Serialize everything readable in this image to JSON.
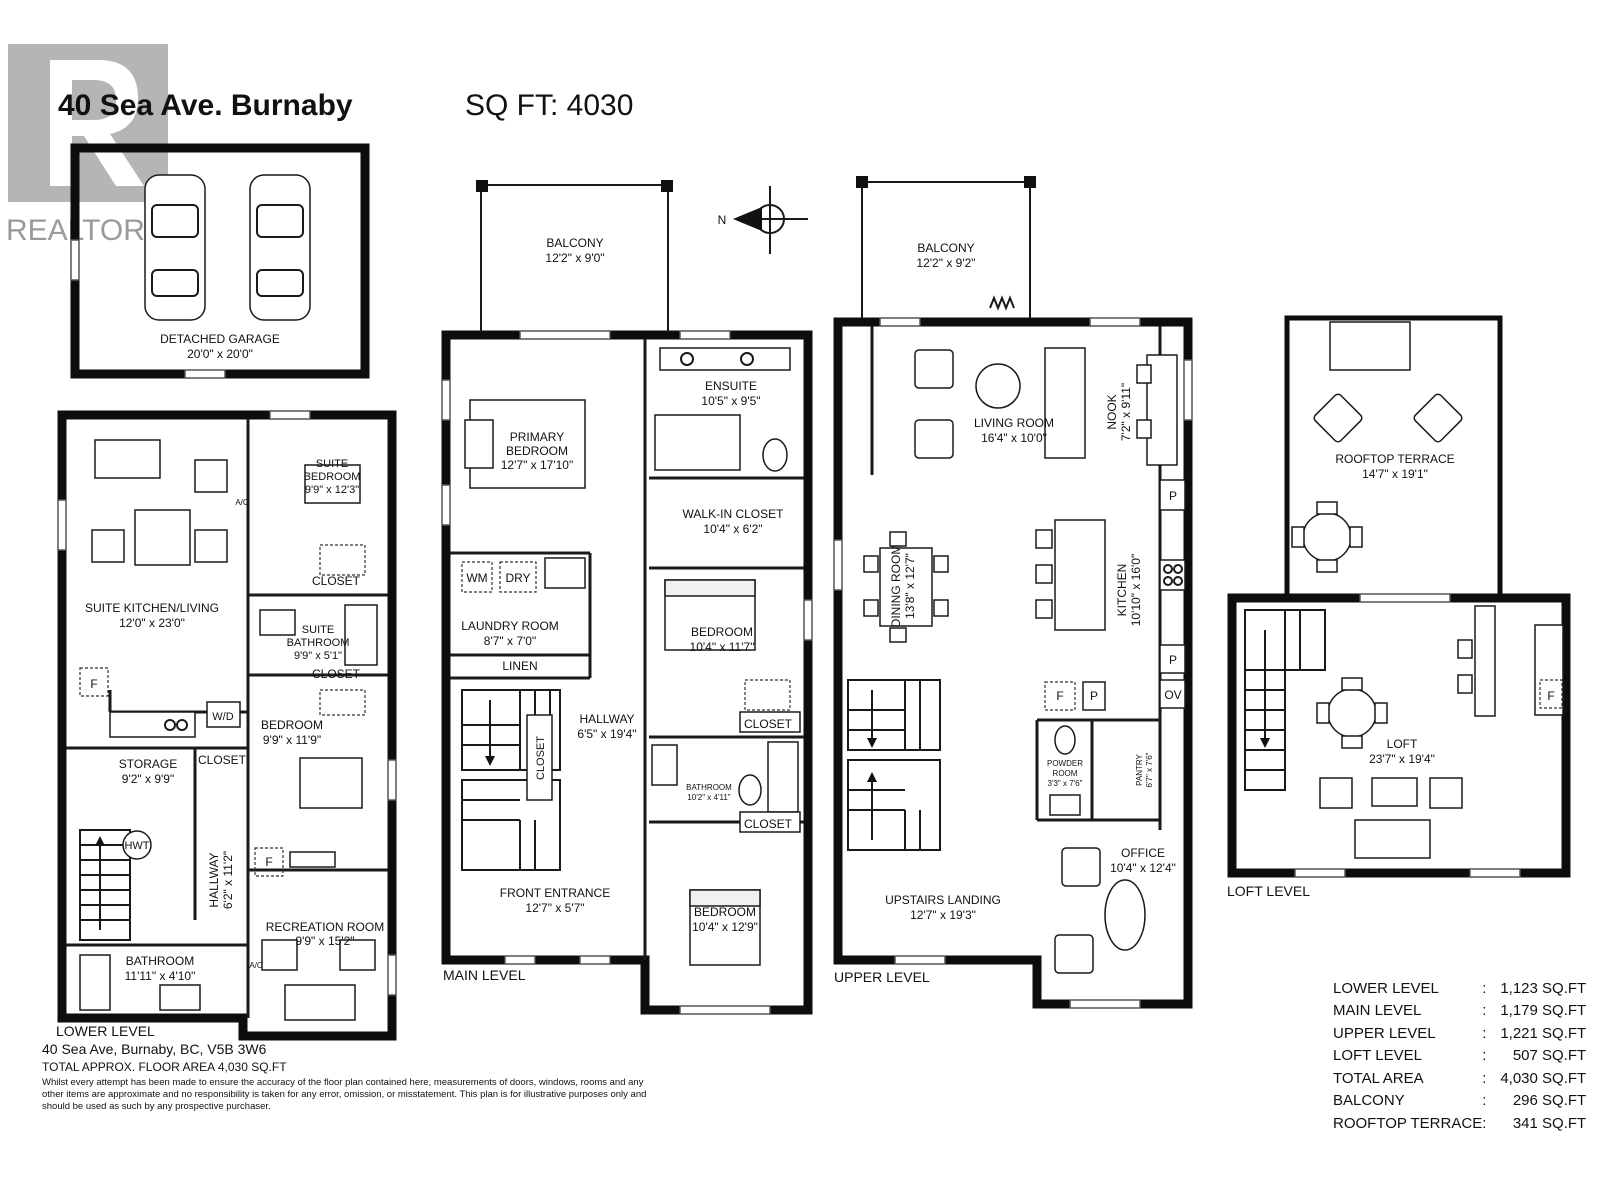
{
  "header": {
    "address": "40 Sea Ave. Burnaby",
    "sqft": "SQ FT: 4030",
    "logo_text": "REALTOR"
  },
  "compass": {
    "label": "N"
  },
  "rooms": {
    "balcony_main": [
      "BALCONY",
      "12'2\" x 9'0\""
    ],
    "balcony_upper": [
      "BALCONY",
      "12'2\" x 9'2\""
    ],
    "garage": [
      "DETACHED GARAGE",
      "20'0\" x 20'0\""
    ],
    "suite_bedroom": [
      "SUITE",
      "BEDROOM",
      "9'9\" x 12'3\""
    ],
    "suite_kitchen": [
      "SUITE KITCHEN/LIVING",
      "12'0\" x 23'0\""
    ],
    "suite_bathroom": [
      "SUITE",
      "BATHROOM",
      "9'9\" x 5'1\""
    ],
    "lower_bedroom": [
      "BEDROOM",
      "9'9\" x 11'9\""
    ],
    "storage": [
      "STORAGE",
      "9'2\" x 9'9\""
    ],
    "lower_hallway": [
      "HALLWAY",
      "6'2\" x 11'2\""
    ],
    "recreation": [
      "RECREATION ROOM",
      "9'9\" x 15'2\""
    ],
    "lower_bathroom": [
      "BATHROOM",
      "11'11\" x 4'10\""
    ],
    "primary_bedroom": [
      "PRIMARY",
      "BEDROOM",
      "12'7\" x 17'10\""
    ],
    "ensuite": [
      "ENSUITE",
      "10'5\" x 9'5\""
    ],
    "walkin": [
      "WALK-IN CLOSET",
      "10'4\" x 6'2\""
    ],
    "laundry": [
      "LAUNDRY ROOM",
      "8'7\" x 7'0\""
    ],
    "main_bedroom_1": [
      "BEDROOM",
      "10'4\" x 11'7\""
    ],
    "main_hallway": [
      "HALLWAY",
      "6'5\" x 19'4\""
    ],
    "main_bathroom": [
      "BATHROOM",
      "10'2\" x 4'11\""
    ],
    "front_entrance": [
      "FRONT ENTRANCE",
      "12'7\" x 5'7\""
    ],
    "main_bedroom_2": [
      "BEDROOM",
      "10'4\" x 12'9\""
    ],
    "living": [
      "LIVING ROOM",
      "16'4\" x 10'0\""
    ],
    "nook": [
      "NOOK",
      "7'2\" x 9'11\""
    ],
    "dining": [
      "DINING ROOM",
      "13'8\" x 12'7\""
    ],
    "kitchen": [
      "KITCHEN",
      "10'10\" x 16'0\""
    ],
    "powder": [
      "POWDER",
      "ROOM",
      "3'3\" x 7'6\""
    ],
    "pantry": [
      "PANTRY",
      "6'7\" x 7'6\""
    ],
    "office": [
      "OFFICE",
      "10'4\" x 12'4\""
    ],
    "upstairs_landing": [
      "UPSTAIRS LANDING",
      "12'7\" x 19'3\""
    ],
    "rooftop": [
      "ROOFTOP TERRACE",
      "14'7\" x 19'1\""
    ],
    "loft": [
      "LOFT",
      "23'7\" x 19'4\""
    ]
  },
  "fixtures": {
    "closet": "CLOSET",
    "linen": "LINEN",
    "wm": "WM",
    "dry": "DRY",
    "wd": "W/D",
    "hwt": "HWT",
    "fridge": "F",
    "pantry_p": "P",
    "oven": "OV",
    "ac": "A/C"
  },
  "levels": {
    "lower": "LOWER LEVEL",
    "main": "MAIN LEVEL",
    "upper": "UPPER LEVEL",
    "loft": "LOFT LEVEL"
  },
  "footer": {
    "address": "40 Sea Ave, Burnaby, BC, V5B 3W6",
    "total": "TOTAL APPROX. FLOOR AREA 4,030 SQ.FT",
    "disclaimer": "Whilst every attempt has been made to ensure the accuracy of the floor plan contained here, measurements of doors, windows, rooms and any other items are approximate and no responsibility is taken for any error, omission, or misstatement. This plan is for illustrative purposes only and should be used as such by any prospective purchaser."
  },
  "areas": [
    {
      "name": "LOWER LEVEL",
      "value": "1,123 SQ.FT"
    },
    {
      "name": "MAIN LEVEL",
      "value": "1,179 SQ.FT"
    },
    {
      "name": "UPPER LEVEL",
      "value": "1,221 SQ.FT"
    },
    {
      "name": "LOFT LEVEL",
      "value": "507 SQ.FT"
    },
    {
      "name": "TOTAL AREA",
      "value": "4,030 SQ.FT"
    },
    {
      "name": "BALCONY",
      "value": "296 SQ.FT"
    },
    {
      "name": "ROOFTOP TERRACE",
      "value": "341 SQ.FT"
    }
  ]
}
